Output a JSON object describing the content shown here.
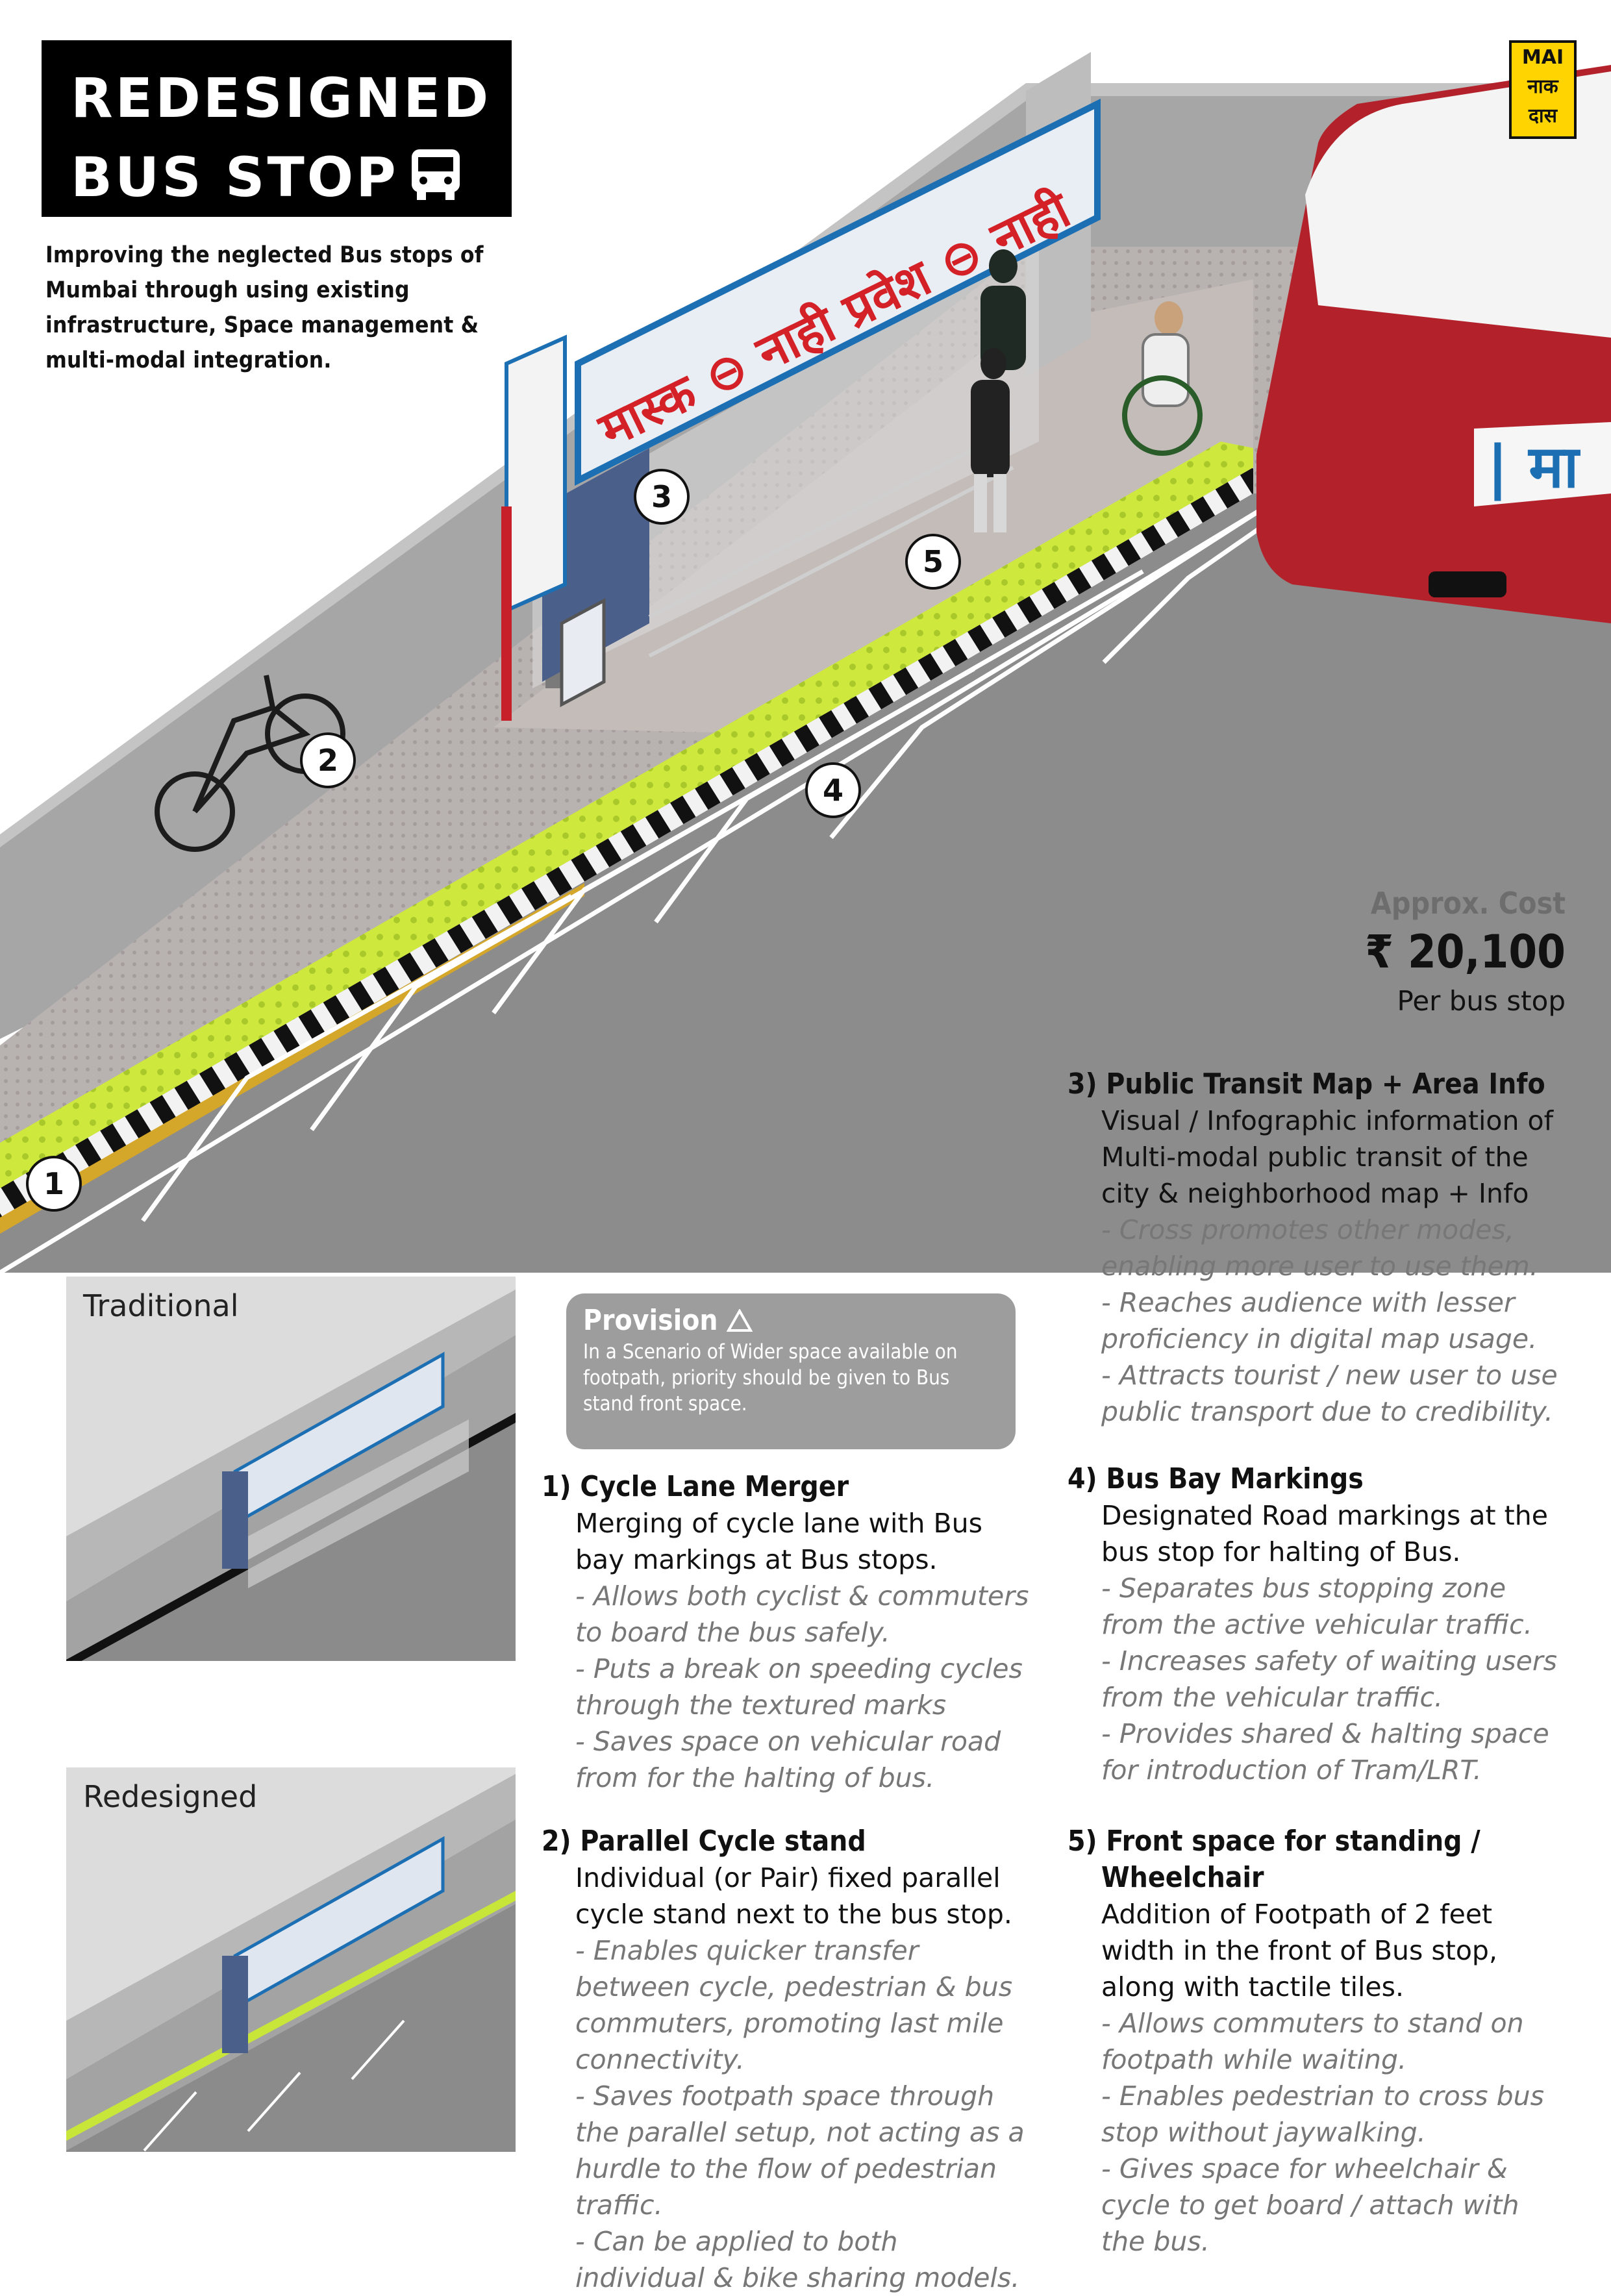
{
  "header": {
    "title_line1": "REDESIGNED",
    "title_line2": "BUS STOP",
    "bus_icon": "bus-icon",
    "intro": "Improving the neglected Bus stops of Mumbai through using existing infrastructure, Space management & multi-modal integration."
  },
  "logo": {
    "line1": "MAI",
    "line2": "नाक",
    "line3": "दास"
  },
  "signage": {
    "board_text": "मास्क ⊖ नाही प्रवेश ⊖ नाही",
    "bus_text": "| मा"
  },
  "markers": [
    "1",
    "2",
    "3",
    "4",
    "5"
  ],
  "cost": {
    "label": "Approx. Cost",
    "amount": "₹ 20,100",
    "per": "Per bus stop"
  },
  "provision": {
    "heading": "Provision",
    "text": "In a Scenario of Wider space available on footpath, priority should be given to Bus stand front space."
  },
  "panels": {
    "traditional": "Traditional",
    "redesigned": "Redesigned"
  },
  "sections": {
    "s1": {
      "heading": "1) Cycle Lane Merger",
      "desc": "Merging of cycle lane with Bus bay markings at Bus stops.",
      "points": [
        "- Allows both cyclist & commuters to board the bus safely.",
        "- Puts a break on speeding cycles through the textured marks",
        "- Saves space on vehicular road from for the halting of bus."
      ]
    },
    "s2": {
      "heading": "2) Parallel Cycle stand",
      "desc": "Individual (or Pair) fixed parallel cycle stand next to the bus stop.",
      "points": [
        "- Enables quicker transfer between cycle, pedestrian & bus commuters, promoting last mile connectivity.",
        "- Saves footpath space through the parallel setup, not acting as a hurdle to the flow of pedestrian traffic.",
        "- Can be applied to both individual & bike sharing models."
      ]
    },
    "s3": {
      "heading": "3) Public Transit Map + Area Info",
      "desc": "Visual / Infographic information of Multi-modal public transit of the city & neighborhood map + Info",
      "points": [
        "- Cross promotes other modes, enabling more user to use them.",
        "- Reaches audience with lesser proficiency in digital map usage.",
        "- Attracts tourist / new user to use public transport due to credibility."
      ]
    },
    "s4": {
      "heading": "4) Bus Bay Markings",
      "desc": "Designated Road markings at the bus stop for halting of Bus.",
      "points": [
        "- Separates bus stopping zone from the active vehicular traffic.",
        "- Increases safety of waiting users from the vehicular traffic.",
        "- Provides shared & halting space for introduction of Tram/LRT."
      ]
    },
    "s5": {
      "heading1": "5) Front space for standing /",
      "heading2": "Wheelchair",
      "desc": "Addition of Footpath of 2 feet width in the front of Bus stop, along with tactile tiles.",
      "points": [
        "- Allows commuters to stand on footpath while waiting.",
        "- Enables pedestrian to cross bus stop without jaywalking.",
        "- Gives space for wheelchair & cycle to get board / attach with the bus."
      ]
    }
  },
  "colors": {
    "road": "#8e8e8e",
    "footpath": "#b9b3b1",
    "wall": "#a9a9a9",
    "tactile": "#c8e63a",
    "bus_red": "#b3222a",
    "sign_red": "#d42027",
    "sign_blue": "#1d6fb3",
    "logo_yellow": "#ffd400",
    "provision_grey": "#9d9d9d"
  }
}
